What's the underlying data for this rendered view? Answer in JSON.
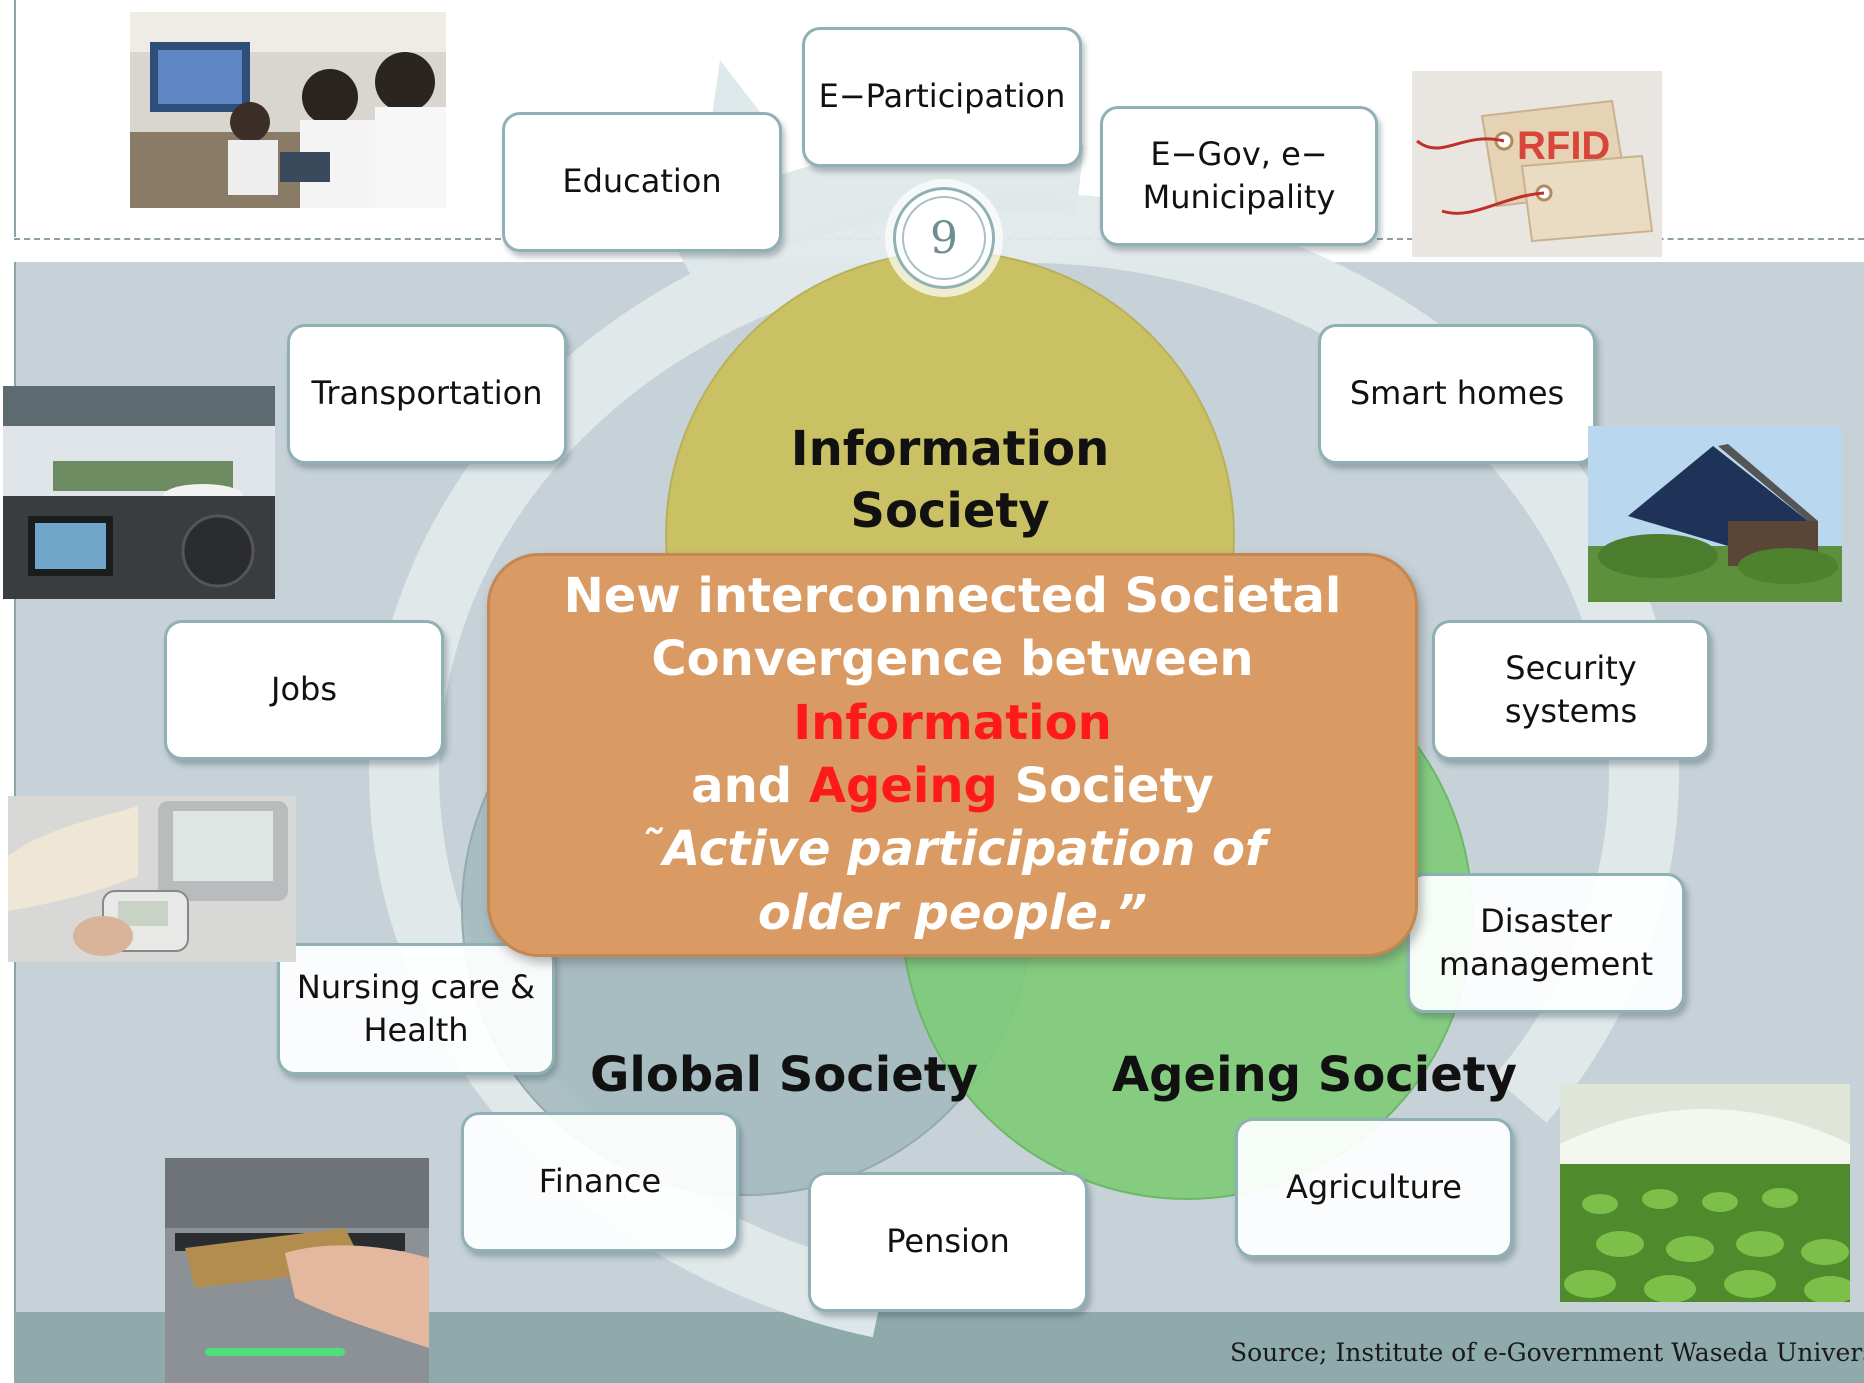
{
  "slide_number": "9",
  "circles": {
    "information": "Information Society",
    "global": "Global Society",
    "ageing": "Ageing Society"
  },
  "central": {
    "line1": "New interconnected Societal",
    "line2_pre": "Convergence between ",
    "line2_hl": "Information",
    "line3_pre": "and ",
    "line3_hl": "Ageing",
    "line3_post": " Society",
    "quote": "˜Active participation of  older people.”"
  },
  "boxes": {
    "e_participation": "E−Participation",
    "education": "Education",
    "egov": "E−Gov, e− Municipality",
    "transportation": "Transportation",
    "smart_homes": "Smart homes",
    "jobs": "Jobs",
    "security": "Security systems",
    "disaster": "Disaster management",
    "nursing": "Nursing care & Health",
    "finance": "Finance",
    "pension": "Pension",
    "agriculture": "Agriculture"
  },
  "photos": {
    "rfid_label": "RFID"
  },
  "source": "Source; Institute of e-Government Waseda University",
  "colors": {
    "information_circle": "#c9c163",
    "global_circle": "#a4babe",
    "ageing_circle": "#7dcb78",
    "central_box": "#d99b63",
    "highlight": "#ff1a1a",
    "main_band": "#c6d2d8",
    "bottom_band": "#8eaaaa"
  }
}
